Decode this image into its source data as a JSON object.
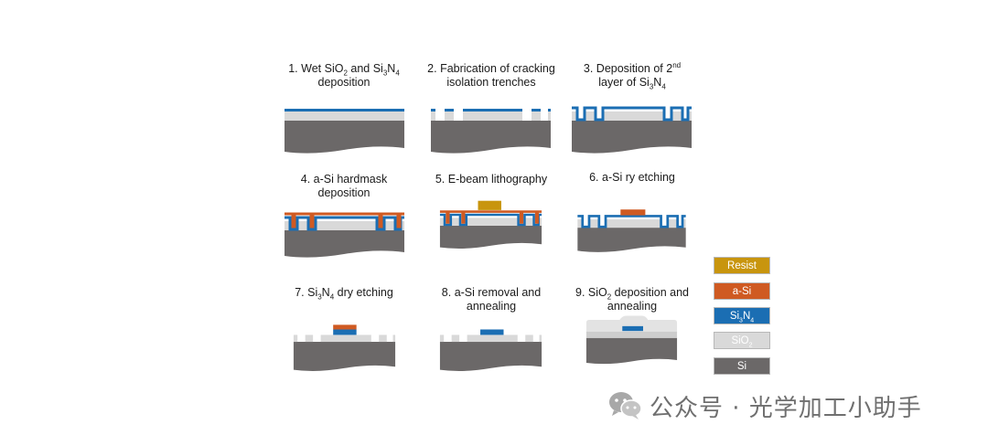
{
  "colors": {
    "resist": "#c8950e",
    "a_si": "#cf5a22",
    "si3n4": "#1b6eb3",
    "sio2": "#d9d9d9",
    "si": "#6b6868"
  },
  "steps": [
    {
      "pre": "1. Wet SiO",
      "s1": "2",
      "mid": " and Si",
      "s2": "3",
      "mid2": "N",
      "s3": "4",
      "line2": "deposition"
    },
    {
      "line1": "2. Fabrication of cracking",
      "line2": "isolation trenches"
    },
    {
      "pre": "3. Deposition of 2",
      "sup": "nd",
      "l2pre": "layer of Si",
      "s2": "3",
      "mid2": "N",
      "s3": "4"
    },
    {
      "line1": "4. a-Si hardmask",
      "line2": "deposition"
    },
    {
      "line1": "5. E-beam lithography"
    },
    {
      "line1": "6. a-Si ry etching"
    },
    {
      "pre": "7. Si",
      "s2": "3",
      "mid2": "N",
      "s3": "4",
      "post": " dry etching"
    },
    {
      "line1": "8. a-Si removal and",
      "line2": "annealing"
    },
    {
      "pre": "9. SiO",
      "s1": "2",
      "post": " deposition and",
      "line2": "annealing"
    }
  ],
  "legend": {
    "resist": "Resist",
    "a_si": "a-Si",
    "si3n4_pre": "Si",
    "si3n4_s1": "3",
    "si3n4_mid": "N",
    "si3n4_s2": "4",
    "sio2_pre": "SiO",
    "sio2_s1": "2",
    "si": "Si"
  },
  "watermark": {
    "text": "公众号 · 光学加工小助手",
    "icon": "wechat-icon"
  }
}
